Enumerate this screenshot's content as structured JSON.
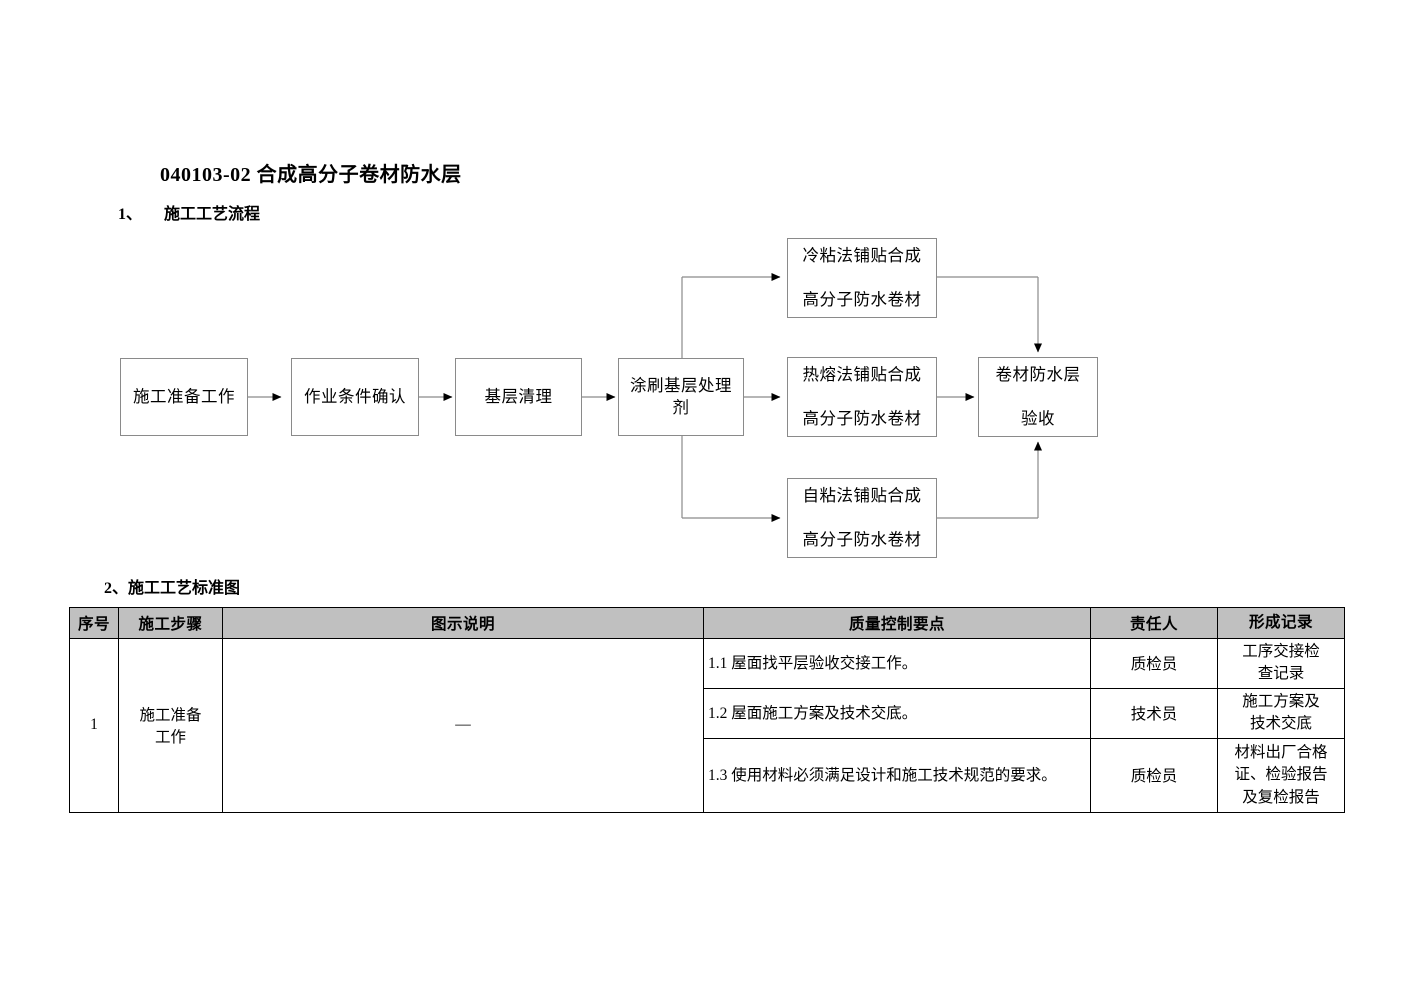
{
  "document": {
    "title": "040103-02 合成高分子卷材防水层",
    "section_1": {
      "number": "1、",
      "label": "施工工艺流程"
    },
    "section_2": {
      "label": "2、施工工艺标准图"
    }
  },
  "flowchart": {
    "nodes": [
      {
        "id": "prep",
        "label": "施工准备工作"
      },
      {
        "id": "condition",
        "label": "作业条件确认"
      },
      {
        "id": "clean",
        "label": "基层清理"
      },
      {
        "id": "primer",
        "label": "涂刷基层处理剂"
      },
      {
        "id": "cold",
        "line1": "冷粘法铺贴合成",
        "line2": "高分子防水卷材"
      },
      {
        "id": "hot",
        "line1": "热熔法铺贴合成",
        "line2": "高分子防水卷材"
      },
      {
        "id": "self",
        "line1": "自粘法铺贴合成",
        "line2": "高分子防水卷材"
      },
      {
        "id": "accept",
        "line1": "卷材防水层",
        "line2": "验收"
      }
    ],
    "line_color": "#8a8a8a",
    "arrow_color": "#000000"
  },
  "table": {
    "headers": [
      "序号",
      "施工步骤",
      "图示说明",
      "质量控制要点",
      "责任人",
      "形成记录"
    ],
    "rows": [
      {
        "index": "1",
        "step": {
          "line1": "施工准备",
          "line2": "工作"
        },
        "illustration": "—",
        "points": [
          {
            "text": "1.1 屋面找平层验收交接工作。",
            "owner": "质检员",
            "record": {
              "line1": "工序交接检",
              "line2": "查记录"
            }
          },
          {
            "text": "1.2 屋面施工方案及技术交底。",
            "owner": "技术员",
            "record": {
              "line1": "施工方案及",
              "line2": "技术交底"
            }
          },
          {
            "text": "1.3 使用材料必须满足设计和施工技术规范的要求。",
            "owner": "质检员",
            "record": {
              "line1": "材料出厂合格",
              "line2": "证、检验报告",
              "line3": "及复检报告"
            }
          }
        ]
      }
    ]
  }
}
